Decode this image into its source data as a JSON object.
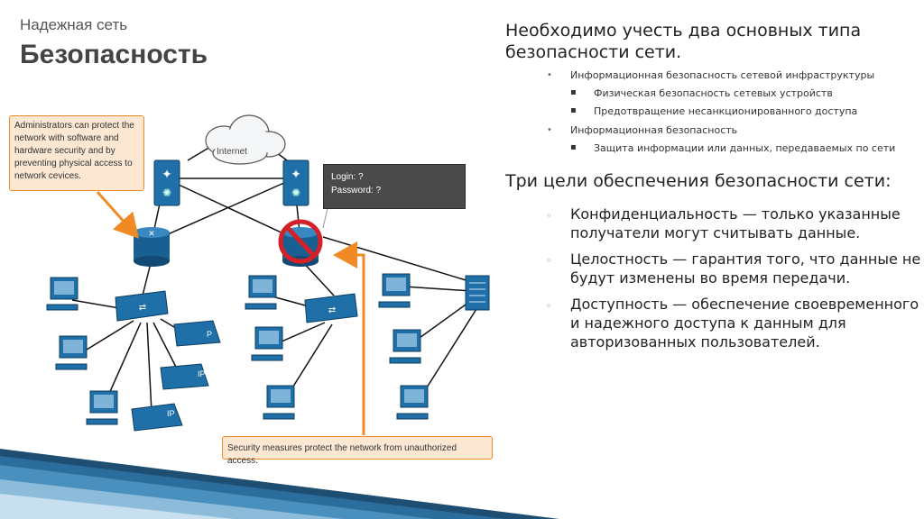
{
  "header": {
    "subtitle": "Надежная сеть",
    "title": "Безопасность"
  },
  "diagram": {
    "cloud_label": "Internet",
    "callout_top": "Administrators can protect the network with software and hardware security and by preventing physical access to network cevices.",
    "callout_bottom": "Security measures protect the network from unauthorized access.",
    "login_line1": "Login: ?",
    "login_line2": "Password: ?",
    "phone_labels": [
      "P",
      "IP",
      "IP"
    ],
    "colors": {
      "device": "#1f6fa8",
      "callout_border": "#f08a24",
      "callout_fill": "#fbe7d2",
      "prohibit": "#d62027"
    }
  },
  "content": {
    "heading1": "Необходимо учесть два основных типа безопасности сети.",
    "items": [
      {
        "text": "Информационная безопасность сетевой инфраструктуры",
        "sub": [
          "Физическая безопасность сетевых устройств",
          "Предотвращение несанкционированного доступа"
        ]
      },
      {
        "text": "Информационная безопасность",
        "sub": [
          "Защита информации или данных, передаваемых по сети"
        ]
      }
    ],
    "heading2": "Три цели обеспечения безопасности сети:",
    "goals": [
      "Конфиденциальность — только указанные получатели могут считывать данные.",
      "Целостность — гарантия того, что данные не будут изменены во время передачи.",
      "Доступность — обеспечение своевременного и надежного доступа к данным для авторизованных пользователей."
    ]
  }
}
